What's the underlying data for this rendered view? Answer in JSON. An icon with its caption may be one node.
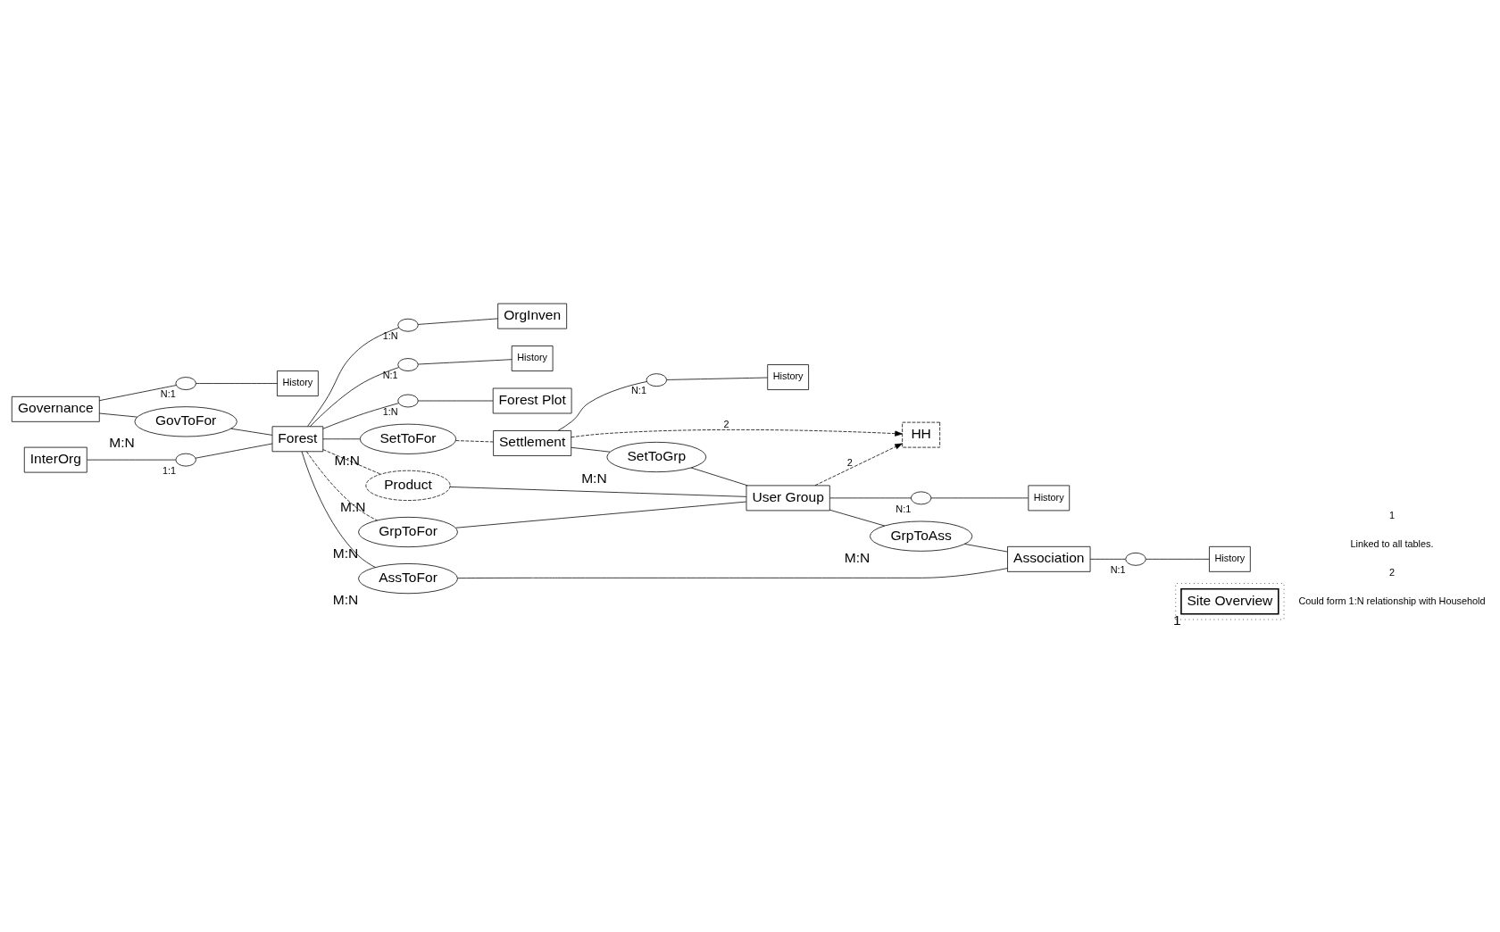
{
  "diagram": {
    "nodes": [
      {
        "text": [],
        "shape": "box"
      },
      {
        "text": [
          "Site Overview"
        ],
        "in": 0,
        "beside": [
          "1"
        ]
      },
      {
        "text": [
          "Governance"
        ]
      },
      {
        "text": [],
        "shape": "ellipse",
        "beside": [
          "N:1"
        ]
      },
      {
        "text": [
          "History"
        ]
      },
      {
        "text": [
          "GovToFor"
        ],
        "beside": [
          "M:N"
        ]
      },
      {
        "text": [
          "InterOrg"
        ]
      },
      {
        "text": [],
        "shape": "ellipse",
        "beside": [
          "1:1"
        ]
      },
      {
        "text": [
          "Forest"
        ]
      },
      {
        "text": [],
        "shape": "ellipse",
        "beside": [
          "1:N"
        ]
      },
      {
        "text": [
          "OrgInven"
        ]
      },
      {
        "text": [],
        "shape": "ellipse",
        "beside": [
          "N:1"
        ]
      },
      {
        "text": [
          "History"
        ]
      },
      {
        "text": [],
        "shape": "ellipse",
        "beside": [
          "1:N"
        ]
      },
      {
        "text": [
          "Forest Plot"
        ]
      },
      {
        "text": [
          "SetToFor"
        ],
        "beside": [
          "M:N"
        ]
      },
      {
        "text": [
          "GrpToFor"
        ],
        "beside": [
          "M:N"
        ]
      },
      {
        "text": [
          "Product"
        ],
        "beside": [
          "M:N"
        ]
      },
      {
        "text": [
          "AssToFor"
        ],
        "beside": [
          "M:N"
        ]
      },
      {
        "text": [
          "Settlement"
        ]
      },
      {
        "text": [],
        "shape": "ellipse",
        "beside": [
          "N:1"
        ]
      },
      {
        "text": [
          "History"
        ]
      },
      {
        "text": [
          "SetToGrp"
        ],
        "beside": [
          "M:N"
        ]
      },
      {
        "text": [
          "HH"
        ]
      },
      {
        "text": [
          "User Group"
        ]
      },
      {
        "text": [],
        "shape": "ellipse",
        "beside": [
          "N:1"
        ]
      },
      {
        "text": [
          "History"
        ]
      },
      {
        "text": [
          "GrpToAss"
        ],
        "beside": [
          "M:N"
        ]
      },
      {
        "text": [
          "History"
        ]
      },
      {
        "text": [],
        "shape": "ellipse",
        "beside": [
          "N:1"
        ]
      },
      {
        "text": [
          "Association"
        ]
      }
    ],
    "edges": [
      {
        "from": 2,
        "to": 3,
        "arrow": "none"
      },
      {
        "from": 3,
        "to": 4,
        "arrow": "none"
      },
      {
        "from": 2,
        "to": 5,
        "arrow": "none"
      },
      {
        "from": 5,
        "to": 8,
        "arrow": "none"
      },
      {
        "from": 6,
        "to": 7,
        "arrow": "none"
      },
      {
        "from": 7,
        "to": 8,
        "arrow": "none"
      },
      {
        "from": 8,
        "to": 9,
        "arrow": "none"
      },
      {
        "from": 9,
        "to": 10,
        "arrow": "none"
      },
      {
        "from": 8,
        "to": 11,
        "arrow": "none"
      },
      {
        "from": 11,
        "to": 12,
        "arrow": "none"
      },
      {
        "from": 8,
        "to": 13,
        "arrow": "none"
      },
      {
        "from": 13,
        "to": 14,
        "arrow": "none"
      },
      {
        "from": 8,
        "to": 15,
        "arrow": "none"
      },
      {
        "from": 15,
        "to": 19,
        "arrow": "none",
        "style": "dashed"
      },
      {
        "from": 8,
        "to": 16,
        "arrow": "none",
        "style": "dashed"
      },
      {
        "from": 16,
        "to": 24,
        "arrow": "none"
      },
      {
        "from": 8,
        "to": 17,
        "arrow": "none",
        "style": "dashed"
      },
      {
        "from": 17,
        "to": 24,
        "arrow": "none"
      },
      {
        "from": 8,
        "to": 18,
        "arrow": "none"
      },
      {
        "from": 18,
        "to": 30,
        "arrow": "none"
      },
      {
        "from": 19,
        "to": 20,
        "arrow": "none"
      },
      {
        "from": 20,
        "to": 21,
        "arrow": "none"
      },
      {
        "from": 19,
        "to": 22,
        "arrow": "none"
      },
      {
        "from": 22,
        "to": 24,
        "arrow": "none"
      },
      {
        "from": 19,
        "to": 23,
        "arrow": "to",
        "style": "dashed",
        "label": "2"
      },
      {
        "from": 24,
        "to": 23,
        "arrow": "to",
        "style": "dashed",
        "label": "2"
      },
      {
        "from": 24,
        "to": 25,
        "arrow": "none"
      },
      {
        "from": 25,
        "to": 26,
        "arrow": "none"
      },
      {
        "from": 24,
        "to": 27,
        "arrow": "none"
      },
      {
        "from": 27,
        "to": 30,
        "arrow": "none"
      },
      {
        "from": 30,
        "to": 29,
        "arrow": "none"
      },
      {
        "from": 29,
        "to": 28,
        "arrow": "none"
      }
    ],
    "labels": [
      "1",
      "Linked to all tables.",
      "2",
      "Could form 1:N relationship with Household"
    ]
  }
}
